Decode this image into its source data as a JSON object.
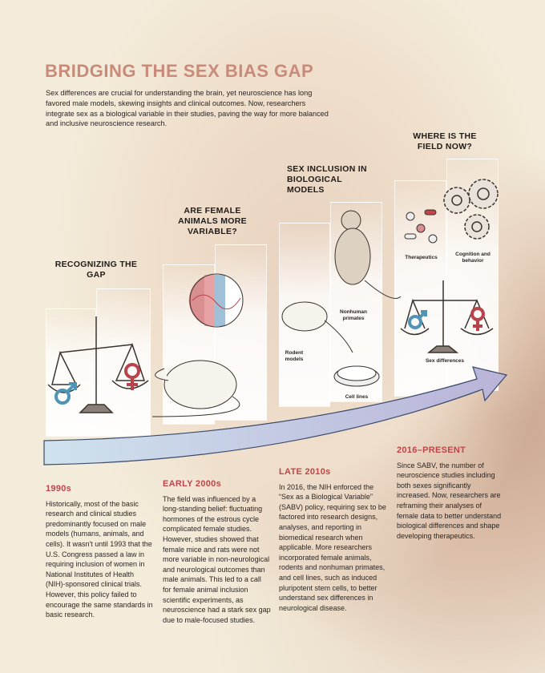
{
  "title": "BRIDGING THE SEX BIAS GAP",
  "intro": "Sex differences are crucial for understanding the brain, yet neuroscience has long favored male models, skewing insights and clinical outcomes. Now, researchers integrate sex as a biological variable in their studies, paving the way for more balanced and inclusive neuroscience research.",
  "stages": [
    {
      "heading": "RECOGNIZING THE GAP"
    },
    {
      "heading": "ARE FEMALE ANIMALS MORE VARIABLE?"
    },
    {
      "heading": "SEX INCLUSION IN BIOLOGICAL MODELS",
      "labels": {
        "rodent": "Rodent models",
        "primate": "Nonhuman primates",
        "cells": "Cell lines"
      }
    },
    {
      "heading": "WHERE IS THE FIELD NOW?",
      "labels": {
        "therapeutics": "Therapeutics",
        "cognition": "Cognition and behavior",
        "sex": "Sex differences"
      }
    }
  ],
  "eras": [
    {
      "title": "1990s",
      "text": "Historically, most of the basic research and clinical studies predominantly focused on male models (humans, animals, and cells). It wasn't until 1993 that the U.S. Congress passed a law in requiring inclusion of women in National Institutes of Health (NIH)-sponsored clinical trials. However, this policy failed to encourage the same standards in basic research."
    },
    {
      "title": "EARLY 2000s",
      "text": "The field was influenced by a long-standing belief: fluctuating hormones of the estrous cycle complicated female studies. However, studies showed that female mice and rats were not more variable in non-neurological and neurological outcomes than male animals. This led to a call for female animal inclusion scientific experiments, as neuroscience had a stark sex gap due to male-focused studies."
    },
    {
      "title": "LATE 2010s",
      "text": "In 2016, the NIH enforced the “Sex as a Biological Variable” (SABV) policy, requiring sex to be factored into research designs, analyses, and reporting in biomedical research when applicable. More researchers incorporated female animals, rodents and nonhuman primates, and cell lines, such as induced pluripotent stem cells, to better understand sex differences in neurological disease."
    },
    {
      "title": "2016–PRESENT",
      "text": "Since SABV, the number of neuroscience studies including both sexes significantly increased. Now, researchers are reframing their analyses of female data to better understand biological differences and shape developing therapeutics."
    }
  ],
  "colors": {
    "title": "#c98a7a",
    "era": "#c0454a",
    "male": "#4f93b5",
    "female": "#b8434a"
  }
}
